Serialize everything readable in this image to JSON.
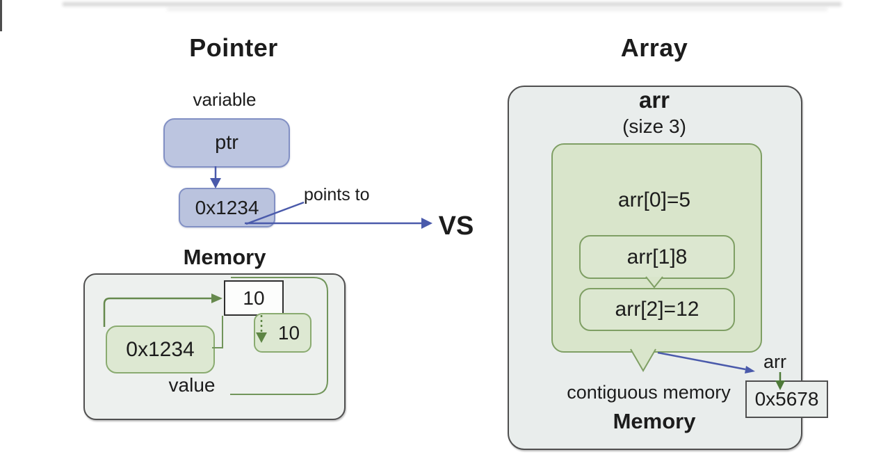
{
  "vs": "VS",
  "pointer": {
    "title": "Pointer",
    "variable_label": "variable",
    "ptr_label": "ptr",
    "address": "0x1234",
    "points_to": "points to",
    "memory": {
      "title": "Memory",
      "cell_value": "10",
      "copied_value": "10",
      "address": "0x1234",
      "value_label": "value"
    }
  },
  "array": {
    "title": "Array",
    "name": "arr",
    "size": "(size 3)",
    "elements": [
      "arr[0]=5",
      "arr[1]8",
      "arr[2]=12"
    ],
    "contiguous_label": "contiguous memory",
    "memory_title": "Memory",
    "pointer_name": "arr",
    "address": "0x5678"
  },
  "icons": {
    "arrow-down": "▼",
    "arrow-right": "▶",
    "speech-tail": "▽"
  },
  "colors": {
    "blue_accent": "#4a5aab",
    "green_accent": "#66894d",
    "blue_box_fill": "#bcc5e0",
    "green_box_fill": "#dde8d2",
    "bubble_fill": "#d9e5cb",
    "container_fill": "#eaeeec"
  }
}
